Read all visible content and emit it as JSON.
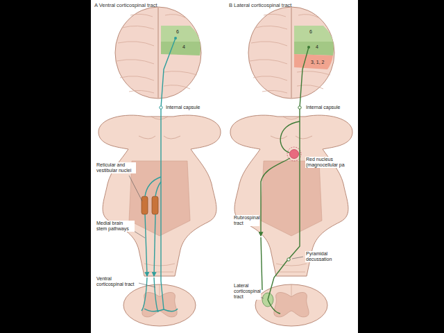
{
  "diagram": {
    "labels": [
      "A Ventral corticospinal tract",
      "6",
      "4",
      "Internal capsule",
      "Reticular and vestibular nuclei",
      "Medial brain stem pathways",
      "Ventral corticospinal tract",
      "B Lateral corticospinal tract",
      "6",
      "4",
      "3, 1, 2",
      "Internal capsule",
      "Red nucleus (magnocellular pa",
      "Rubrospinal tract",
      "Pyramidal decussation",
      "Lateral corticospinal tract"
    ]
  }
}
